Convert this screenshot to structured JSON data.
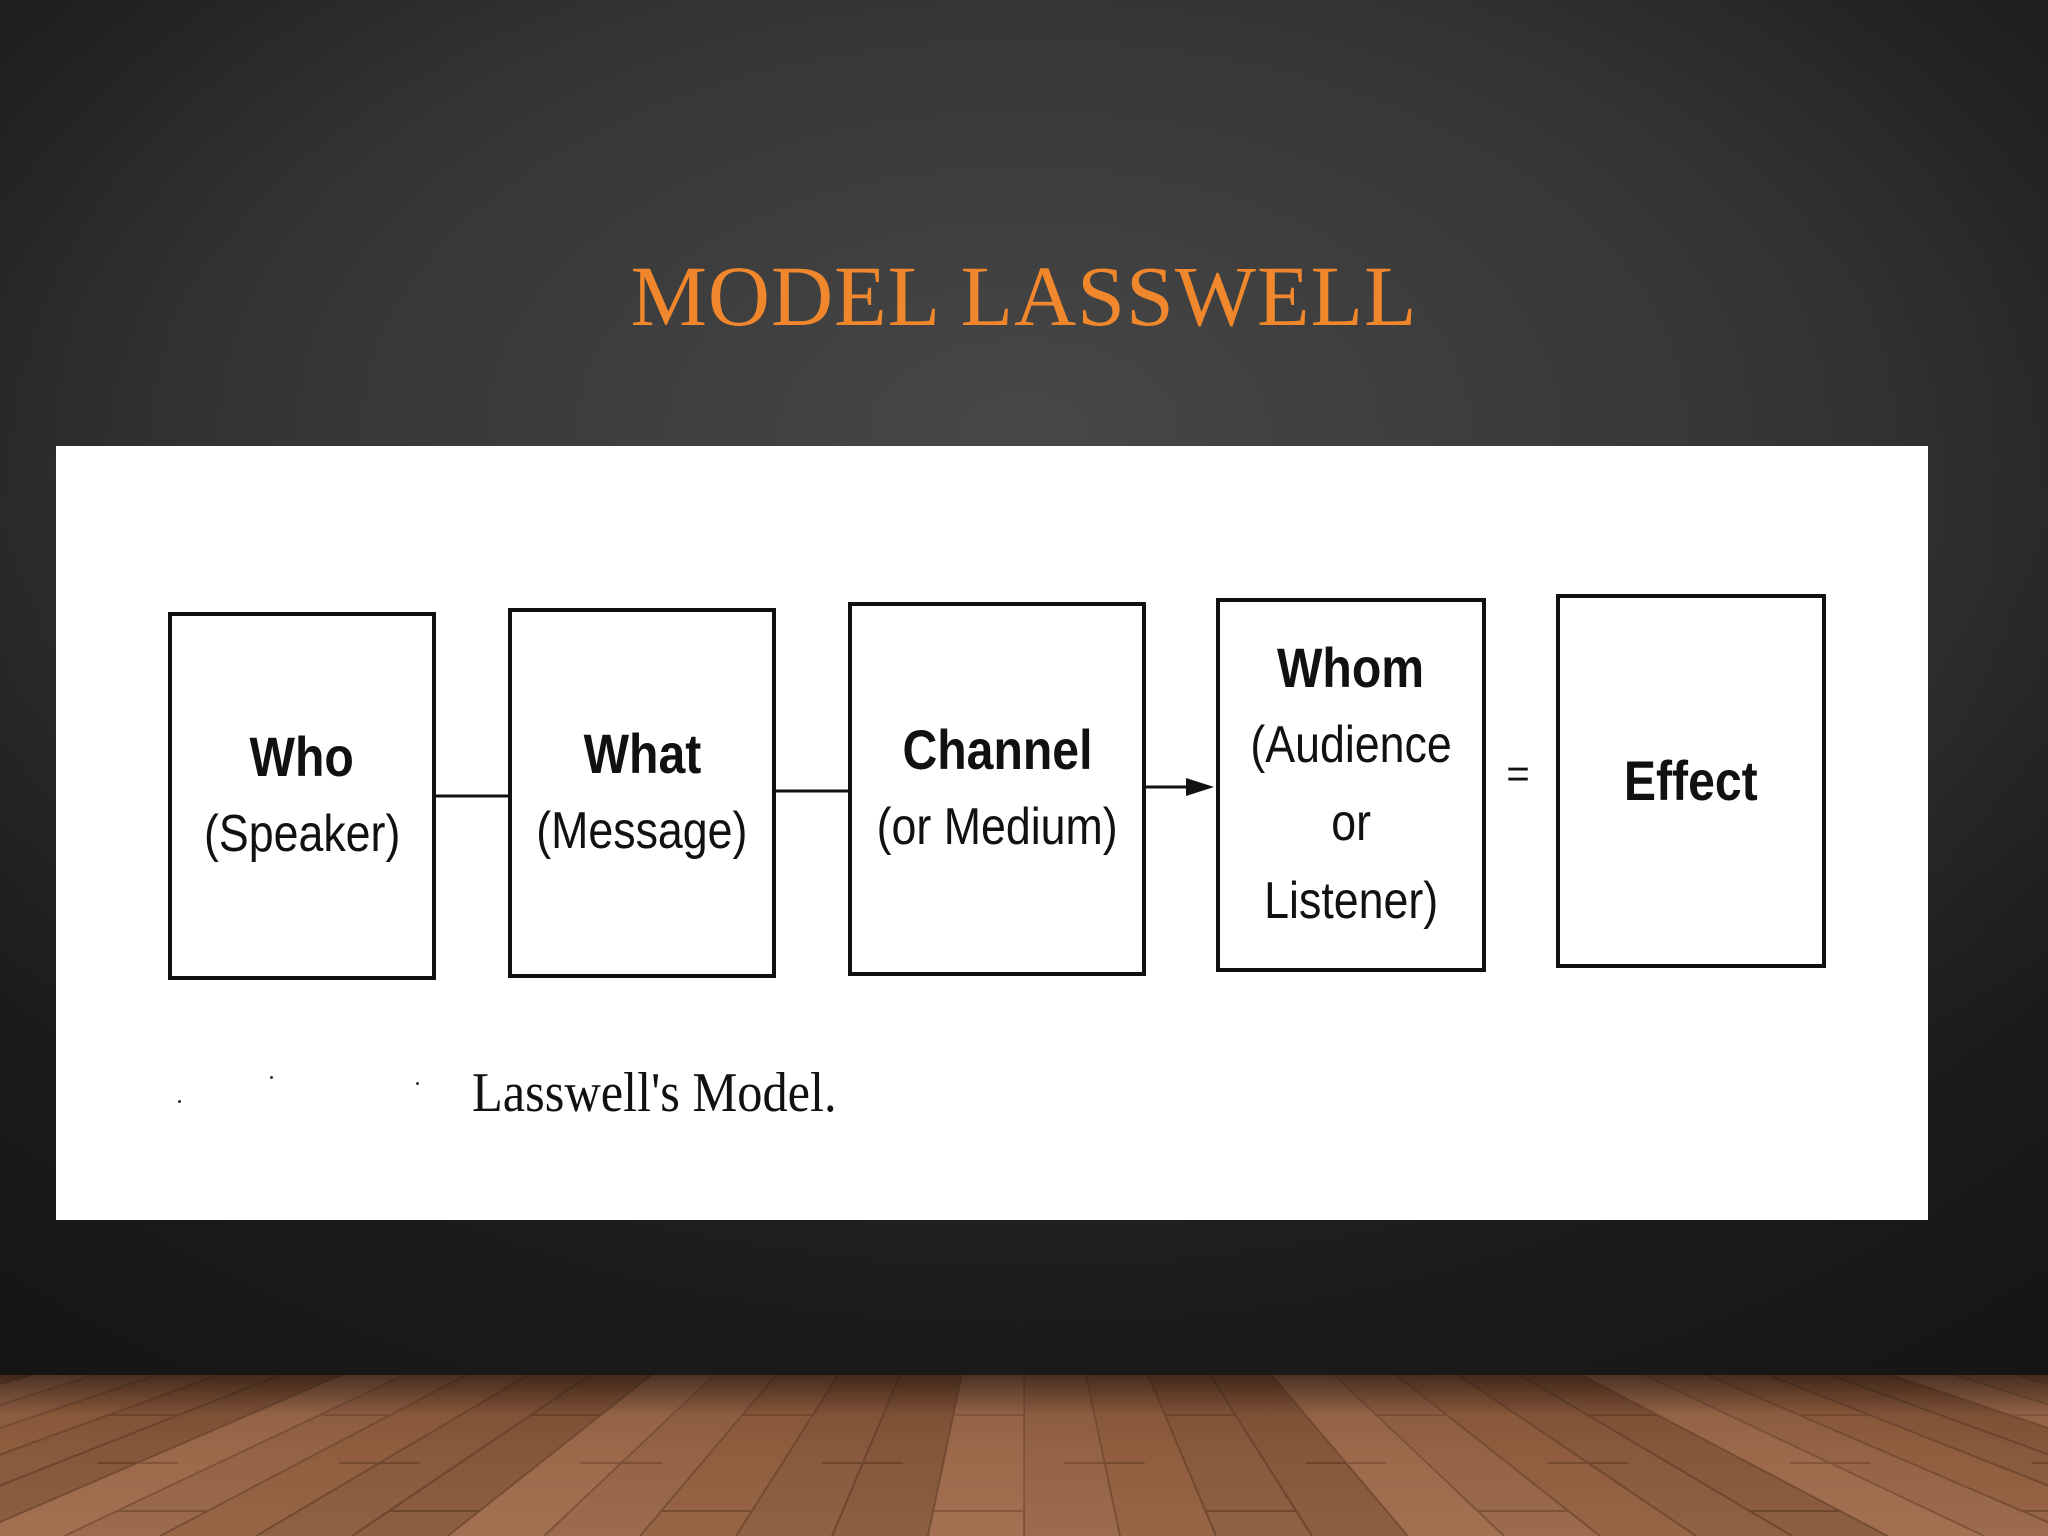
{
  "slide": {
    "title": "MODEL LASSWELL"
  },
  "diagram": {
    "boxes": [
      {
        "title": "Who",
        "lines": [
          "(Speaker)"
        ]
      },
      {
        "title": "What",
        "lines": [
          "(Message)"
        ]
      },
      {
        "title": "Channel",
        "lines": [
          "(or Medium)"
        ]
      },
      {
        "title": "Whom",
        "lines": [
          "(Audience",
          "or",
          "Listener)"
        ]
      },
      {
        "title": "Effect",
        "lines": []
      }
    ],
    "connector_symbol": "=",
    "caption": "Lasswell's Model."
  },
  "colors": {
    "title": "#f0872d",
    "background": "#383838",
    "floor": "#8a5a3e"
  }
}
